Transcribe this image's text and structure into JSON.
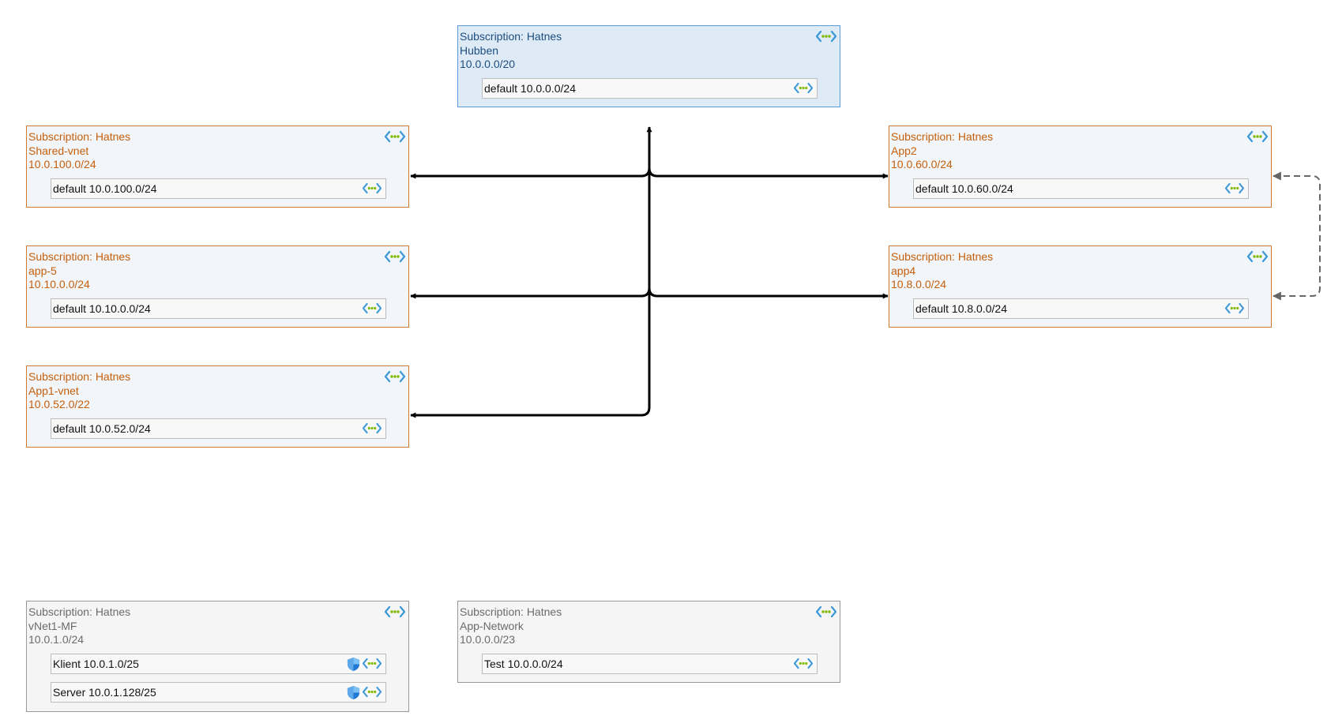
{
  "vnets": {
    "hubben": {
      "subscription": "Subscription: Hatnes",
      "name": "Hubben",
      "cidr": "10.0.0.0/20",
      "subnets": [
        {
          "label": "default 10.0.0.0/24"
        }
      ]
    },
    "shared_vnet": {
      "subscription": "Subscription: Hatnes",
      "name": "Shared-vnet",
      "cidr": "10.0.100.0/24",
      "subnets": [
        {
          "label": "default 10.0.100.0/24"
        }
      ]
    },
    "app2": {
      "subscription": "Subscription: Hatnes",
      "name": "App2",
      "cidr": "10.0.60.0/24",
      "subnets": [
        {
          "label": "default 10.0.60.0/24"
        }
      ]
    },
    "app5": {
      "subscription": "Subscription: Hatnes",
      "name": "app-5",
      "cidr": "10.10.0.0/24",
      "subnets": [
        {
          "label": "default 10.10.0.0/24"
        }
      ]
    },
    "app4": {
      "subscription": "Subscription: Hatnes",
      "name": "app4",
      "cidr": "10.8.0.0/24",
      "subnets": [
        {
          "label": "default 10.8.0.0/24"
        }
      ]
    },
    "app1_vnet": {
      "subscription": "Subscription: Hatnes",
      "name": "App1-vnet",
      "cidr": "10.0.52.0/22",
      "subnets": [
        {
          "label": "default 10.0.52.0/24"
        }
      ]
    },
    "vnet1_mf": {
      "subscription": "Subscription: Hatnes",
      "name": "vNet1-MF",
      "cidr": "10.0.1.0/24",
      "subnets": [
        {
          "label": "Klient 10.0.1.0/25",
          "icon": "nsg-shield-icon"
        },
        {
          "label": "Server 10.0.1.128/25",
          "icon": "nsg-shield-icon"
        }
      ]
    },
    "app_network": {
      "subscription": "Subscription: Hatnes",
      "name": "App-Network",
      "cidr": "10.0.0.0/23",
      "subnets": [
        {
          "label": "Test 10.0.0.0/24"
        }
      ]
    }
  },
  "icons": {
    "vnet": "virtual-network-icon",
    "nsg": "shield-icon"
  },
  "colors": {
    "peered_border": "#d07a35",
    "peered_text": "#c65f0b",
    "hub_fill": "#deebf7",
    "hub_border": "#5b9bd5",
    "hub_text": "#1d4d7f",
    "isolated_border": "#999999",
    "isolated_text": "#6b6b6b",
    "edge": "#000000",
    "dashed_edge": "#666666"
  },
  "edges": [
    {
      "from": "hubben",
      "to": "shared_vnet",
      "style": "solid"
    },
    {
      "from": "hubben",
      "to": "app2",
      "style": "solid"
    },
    {
      "from": "hubben",
      "to": "app5",
      "style": "solid"
    },
    {
      "from": "hubben",
      "to": "app4",
      "style": "solid"
    },
    {
      "from": "hubben",
      "to": "app1_vnet",
      "style": "solid"
    },
    {
      "from": "app2",
      "to": "app4",
      "style": "dashed"
    }
  ]
}
